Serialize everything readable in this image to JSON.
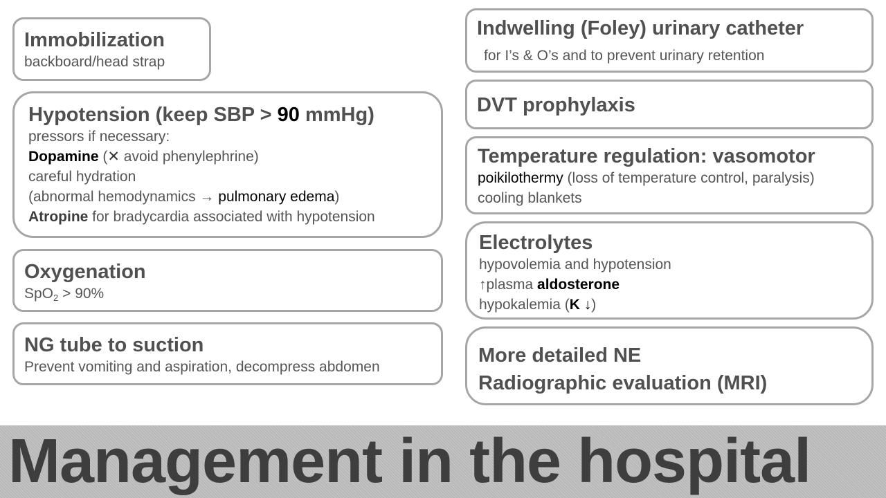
{
  "slide_title": "Management in the hospital",
  "immobilization": {
    "title": "Immobilization",
    "detail": "backboard/head strap"
  },
  "hypotension": {
    "title_pre": "Hypotension (keep SBP > ",
    "title_value": "90",
    "title_post": " mmHg)",
    "line1": "pressors if necessary:",
    "dopamine": "Dopamine",
    "dopamine_open": " (",
    "avoid_mark": "✕",
    "avoid_text": " avoid phenylephrine)",
    "line3": "careful hydration",
    "line4_pre": "(abnormal hemodynamics → ",
    "line4_key": "pulmonary edema",
    "line4_post": ")",
    "atropine": "Atropine",
    "atropine_rest": " for bradycardia associated with hypotension"
  },
  "oxygenation": {
    "title": "Oxygenation",
    "sp": "SpO",
    "sub": "2",
    "rest": " > 90%"
  },
  "ng_tube": {
    "title": "NG tube to suction",
    "detail": "Prevent vomiting and aspiration, decompress abdomen"
  },
  "foley": {
    "title": "Indwelling (Foley) urinary catheter",
    "detail": "for I’s & O’s and to prevent urinary retention"
  },
  "dvt": {
    "title": "DVT prophylaxis"
  },
  "temperature": {
    "title": "Temperature regulation: vasomotor",
    "key": "poikilothermy",
    "key_rest": " (loss of temperature control, paralysis)",
    "line2": "cooling blankets"
  },
  "electrolytes": {
    "title": "Electrolytes",
    "line1": "hypovolemia and hypotension",
    "line2_pre": "↑plasma ",
    "line2_key": "aldosterone",
    "line3_pre": "hypokalemia (",
    "line3_key": "K ↓",
    "line3_post": ")"
  },
  "more": {
    "line1": "More detailed NE",
    "line2": "Radiographic evaluation (MRI)"
  }
}
